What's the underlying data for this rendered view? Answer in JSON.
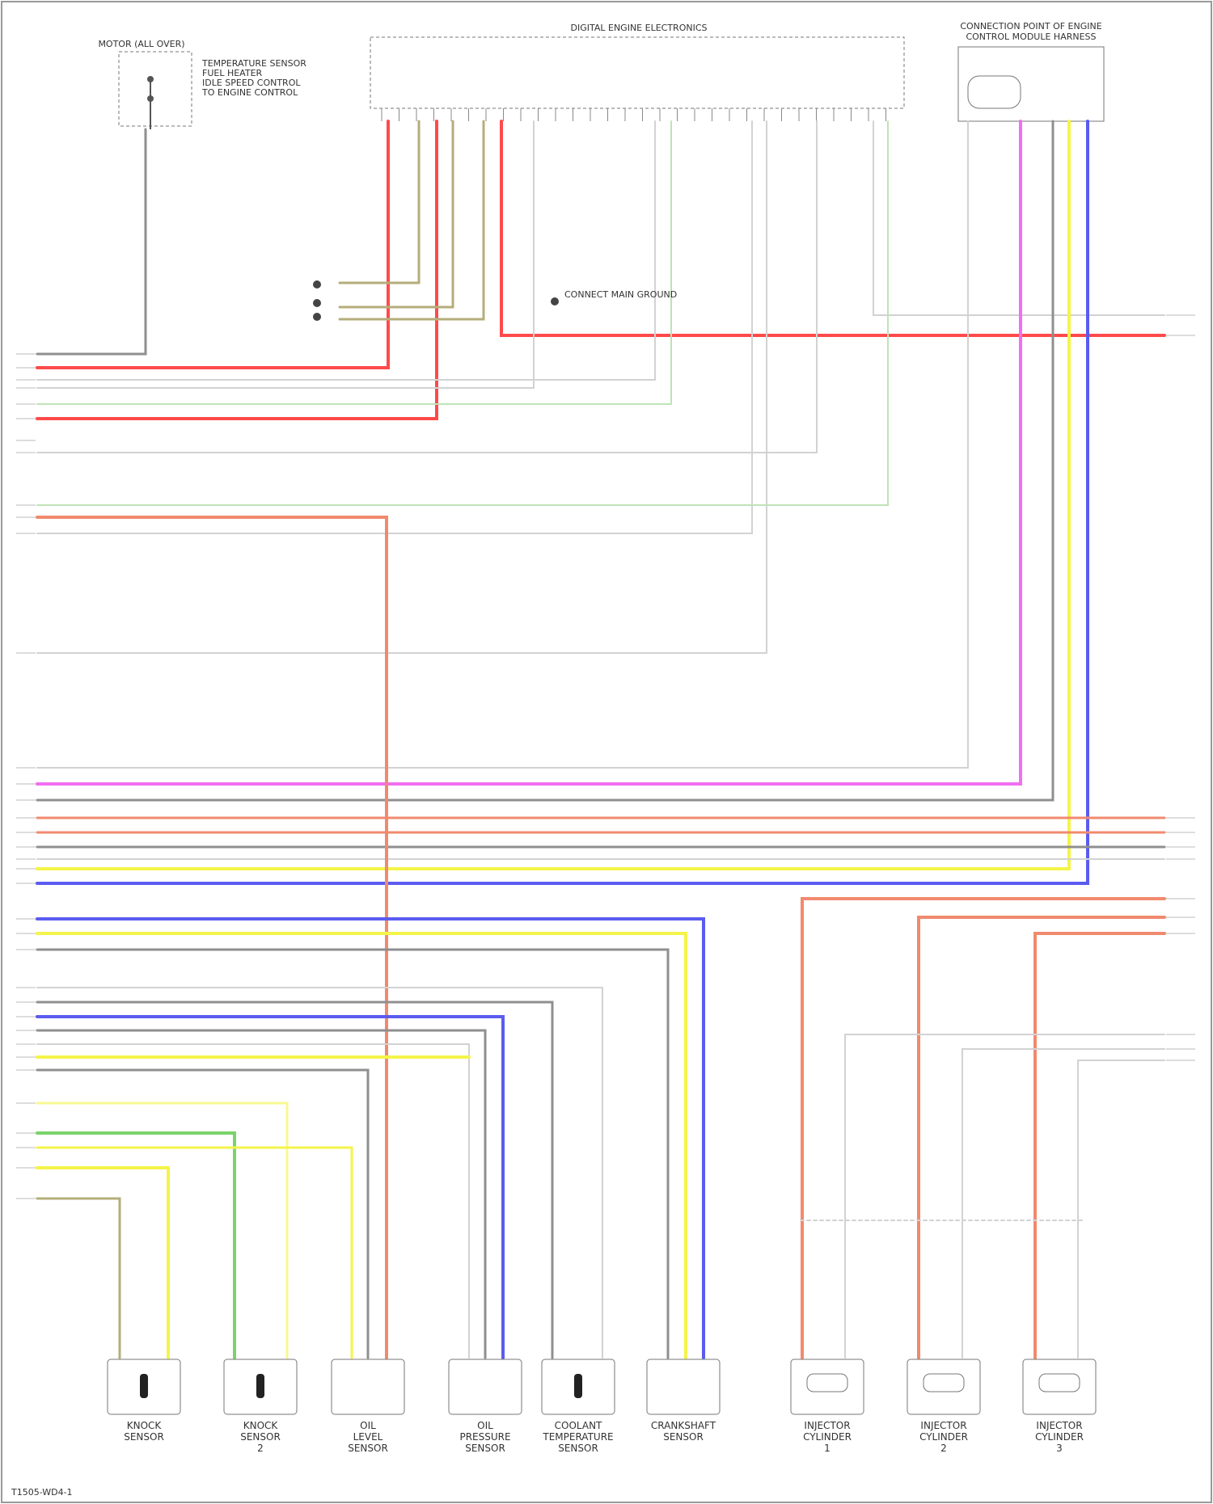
{
  "title": "DIGITAL ENGINE ELECTRONICS",
  "motor_box": {
    "title": "MOTOR (ALL OVER)",
    "note_lines": [
      "TEMPERATURE SENSOR",
      "FUEL HEATER",
      "IDLE SPEED CONTROL",
      "TO ENGINE CONTROL"
    ]
  },
  "right_box_title": [
    "CONNECTION POINT OF ENGINE",
    "CONTROL MODULE HARNESS"
  ],
  "junction_note": "CONNECT MAIN GROUND",
  "footer_code": "T1505-WD4-1",
  "colors": {
    "red": "#ff4a4a",
    "salmon": "#f08a6e",
    "magenta": "#f26ef2",
    "blue": "#5b5bf0",
    "yellow": "#f4f44a",
    "green": "#7ad36a",
    "gray": "#8f8f8f",
    "olive": "#b5ad7a",
    "lightgreen": "#bfe3b8",
    "lightgray": "#d2d2d2"
  },
  "components": [
    {
      "label": "KNOCK SENSOR",
      "icon": "sensor-icon"
    },
    {
      "label": "KNOCK SENSOR 2",
      "icon": "sensor-icon"
    },
    {
      "label": "OIL LEVEL SENSOR",
      "icon": "box-icon"
    },
    {
      "label": "OIL PRESSURE SENSOR",
      "icon": "box-icon"
    },
    {
      "label": "COOLANT TEMPERATURE SENSOR",
      "icon": "sensor-icon"
    },
    {
      "label": "CRANKSHAFT SENSOR",
      "icon": "box-icon"
    },
    {
      "label": "INJECTOR CYLINDER 1",
      "icon": "injector-icon"
    },
    {
      "label": "INJECTOR CYLINDER 2",
      "icon": "injector-icon"
    },
    {
      "label": "INJECTOR CYLINDER 3",
      "icon": "injector-icon"
    }
  ]
}
